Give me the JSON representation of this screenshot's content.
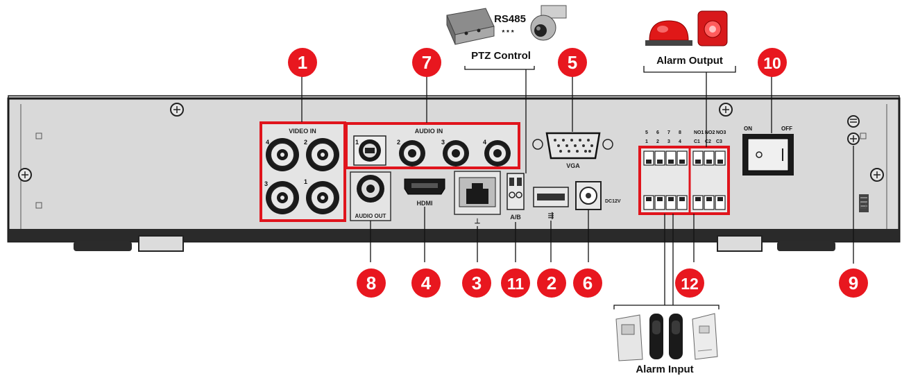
{
  "colors": {
    "marker_red": "#e8171f",
    "highlight_red": "#e0141c",
    "panel_light": "#d9d9d9",
    "panel_dark": "#1a1a1a",
    "connector_gray": "#9a9a9a"
  },
  "markers": [
    {
      "number": "1",
      "meaning": "VIDEO IN"
    },
    {
      "number": "2",
      "meaning": "USB"
    },
    {
      "number": "3",
      "meaning": "Network"
    },
    {
      "number": "4",
      "meaning": "HDMI"
    },
    {
      "number": "5",
      "meaning": "VGA"
    },
    {
      "number": "6",
      "meaning": "Power input"
    },
    {
      "number": "7",
      "meaning": "AUDIO IN"
    },
    {
      "number": "8",
      "meaning": "AUDIO OUT"
    },
    {
      "number": "9",
      "meaning": "Ground"
    },
    {
      "number": "10",
      "meaning": "Power switch"
    },
    {
      "number": "11",
      "meaning": "RS485 A/B"
    },
    {
      "number": "12",
      "meaning": "Alarm terminals"
    }
  ],
  "callouts": {
    "rs485": "RS485",
    "rs485_stars": "* * *",
    "ptz_control": "PTZ Control",
    "alarm_output": "Alarm Output",
    "alarm_input": "Alarm Input"
  },
  "panel_labels": {
    "video_in": "VIDEO IN",
    "audio_in": "AUDIO IN",
    "audio_out": "AUDIO OUT",
    "hdmi": "HDMI",
    "vga": "VGA",
    "ab": "A/B",
    "dc": "DC12V",
    "on": "ON",
    "off": "OFF",
    "video_ch": [
      "4",
      "2",
      "3",
      "1"
    ],
    "audio_ch": [
      "1",
      "2",
      "3",
      "4"
    ],
    "alarm_top": [
      "5",
      "6",
      "7",
      "8"
    ],
    "alarm_bottom": [
      "1",
      "2",
      "3",
      "4"
    ],
    "alarm_out_top": [
      "NO1",
      "NO2",
      "NO3"
    ],
    "alarm_out_bottom": [
      "C1",
      "C2",
      "C3"
    ]
  }
}
